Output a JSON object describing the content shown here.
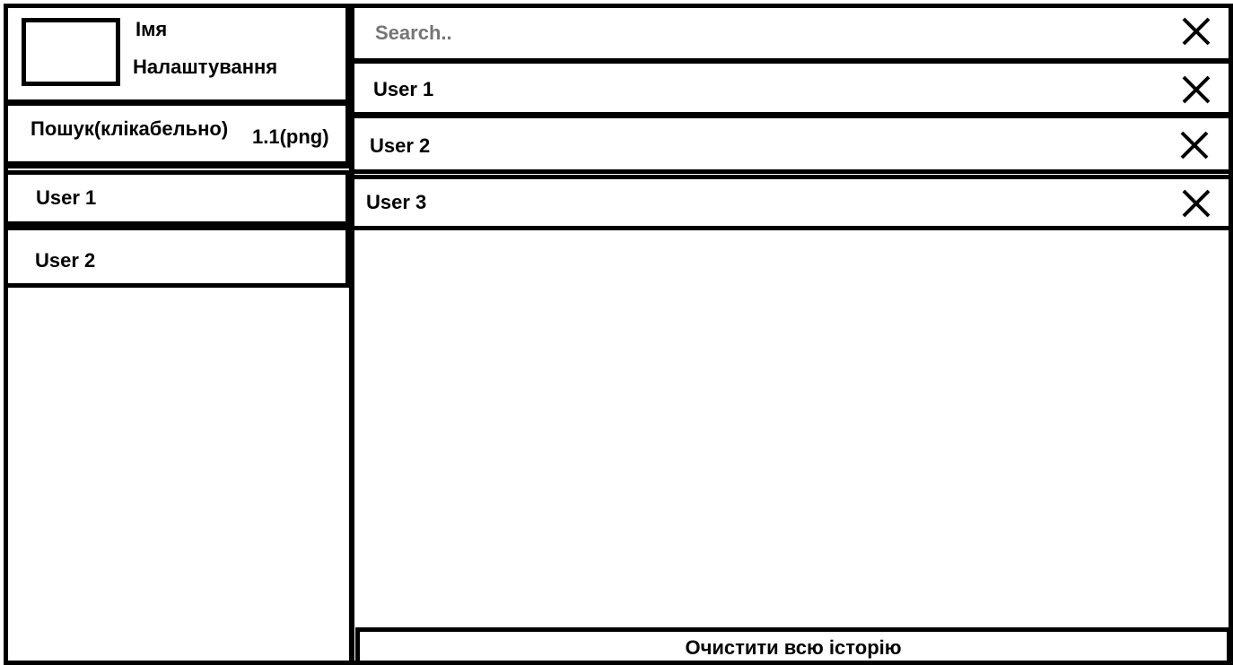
{
  "profile": {
    "name_label": "Імя",
    "settings_label": "Налаштування"
  },
  "sidebar": {
    "search_label": "Пошук(клікабельно)",
    "search_ref": "1.1(png)",
    "items": [
      {
        "label": "User 1"
      },
      {
        "label": "User 2"
      }
    ]
  },
  "search": {
    "placeholder": "Search.."
  },
  "history": {
    "items": [
      {
        "label": "User 1"
      },
      {
        "label": "User 2"
      },
      {
        "label": "User 3"
      }
    ],
    "clear_label": "Очистити всю історію"
  },
  "icons": {
    "close": "close-icon",
    "avatar": "avatar-placeholder"
  },
  "colors": {
    "border": "#000000",
    "background": "#ffffff"
  }
}
